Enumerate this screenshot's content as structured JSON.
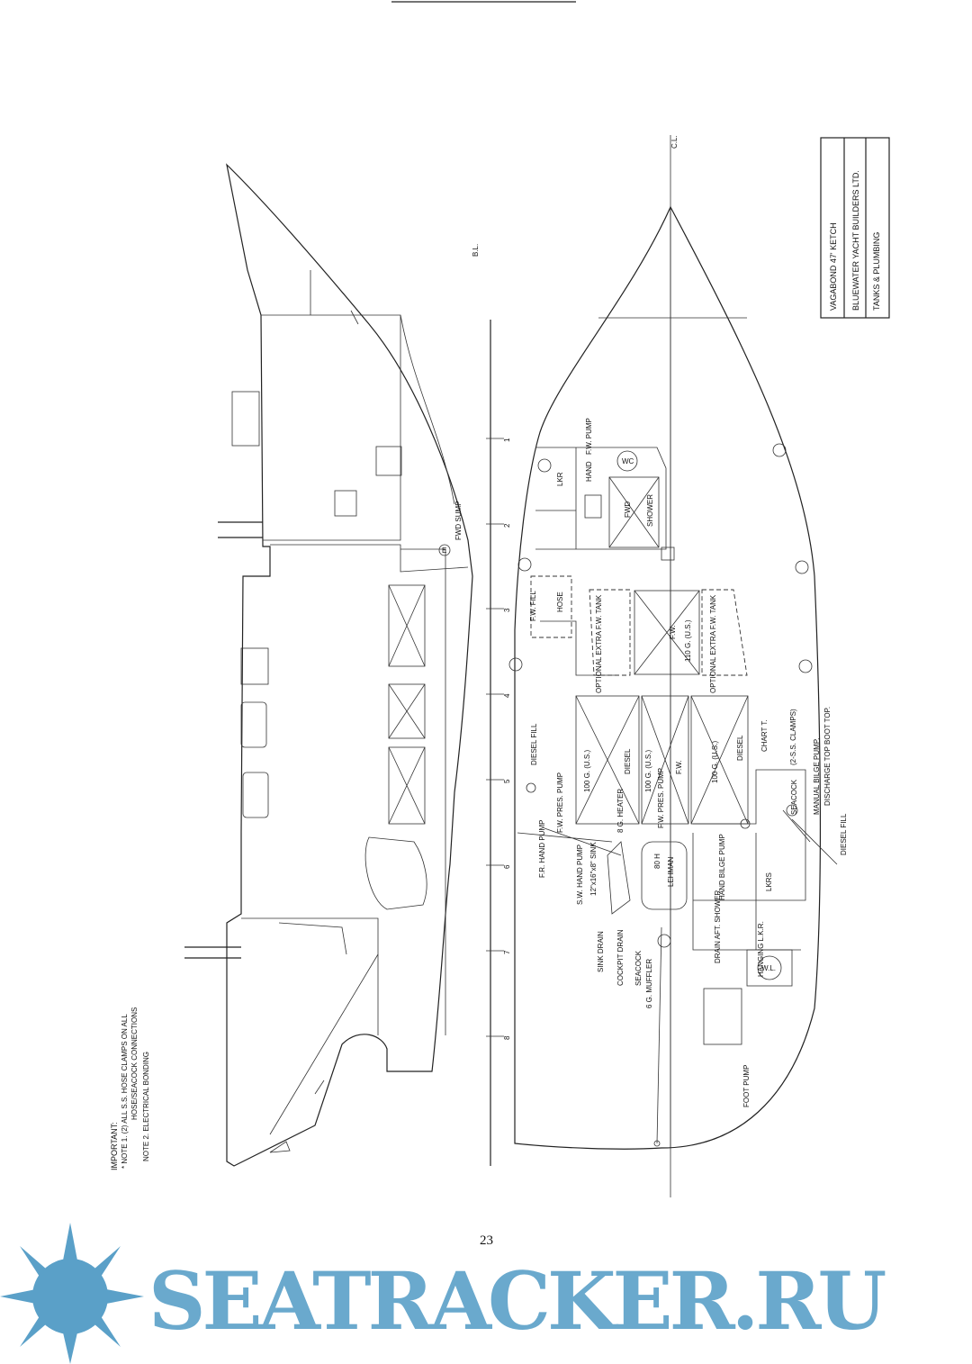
{
  "title_block": {
    "boat": "VAGABOND 47' KETCH",
    "builder": "BLUEWATER YACHT BUILDERS LTD.",
    "drawing": "TANKS & PLUMBING"
  },
  "notes": {
    "heading": "IMPORTANT:",
    "note1_line1": "* NOTE 1. (2) ALL S.S. HOSE CLAMPS ON ALL",
    "note1_line2": "HOSE/SEACOCK CONNECTIONS",
    "note2": "NOTE 2. ELECTRICAL BONDING"
  },
  "reference_lines": {
    "centerline": "C.L.",
    "baseline": "B.L."
  },
  "stations": [
    "1",
    "2",
    "3",
    "4",
    "5",
    "6",
    "7",
    "8"
  ],
  "labels": {
    "fw_pump": "F.W. PUMP",
    "hand": "HAND",
    "lkr": "LKR",
    "fwd": "FWD",
    "shower": "SHOWER",
    "wc": "WC",
    "fwd_sump": "FWD SUMP",
    "fw_fill": "F.W. FILL",
    "hose": "HOSE",
    "opt_extra_1": "OPTIONAL EXTRA F.W. TANK",
    "fw_tank": "F.W.",
    "fw_cap": "110 G. (U.S.)",
    "opt_extra_2": "OPTIONAL EXTRA F.W. TANK",
    "diesel_fill_1": "DIESEL FILL",
    "diesel_cap_1": "100 G. (U.S.)",
    "diesel_1": "DIESEL",
    "fw_cap_2": "100 G. (U.S.)",
    "fw_2": "F.W.",
    "diesel_cap_2": "100 G. (U.S.)",
    "diesel_2": "DIESEL",
    "chart_t": "CHART T.",
    "clamps": "(2-S.S. CLAMPS)",
    "manual_bilge": "MANUAL BILGE PUMP,",
    "discharge": "DISCHARGE TOP BOOT TOP.",
    "diesel_fill_2": "DIESEL FILL",
    "seacock_1": "SEACOCK",
    "fw_pres_pump_1": "F.W. PRES. PUMP",
    "fr_hand_pump": "F.R. HAND PUMP",
    "heater": "8 G. HEATER",
    "fw_pres_pump_2": "F.W. PRES. PUMP",
    "engine_hp": "80 H",
    "engine": "LEHMAN",
    "hand_bilge": "HAND BILGE PUMP",
    "lkrs": "LKRS",
    "sw_hand_pump": "S.W. HAND PUMP",
    "sink": "12\"x16\"x8\" SINK",
    "drain_aft_shower": "DRAIN AFT. SHOWER",
    "hanging_lkr": "HANGING L.K.R.",
    "sink_drain": "SINK DRAIN",
    "cockpit_drain": "COCKPIT DRAIN",
    "seacock_2": "SEACOCK",
    "muffler": "6 G. MUFFLER",
    "foot_pump": "FOOT PUMP",
    "wl": "W.L.",
    "bonding_e": "E"
  },
  "page_number": "23",
  "watermark": "SEATRACKER.RU"
}
